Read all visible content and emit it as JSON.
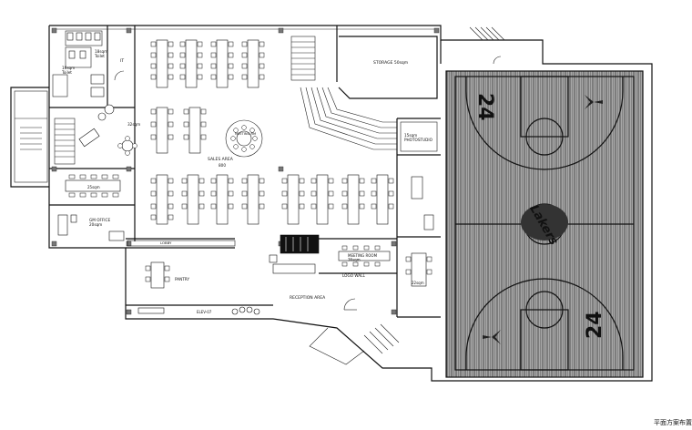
{
  "labels": {
    "toilet_women": "16sqm\nToilet",
    "toilet_men": "18sqm\nToilet",
    "it_room": "IT",
    "lounge": "32sqm",
    "storage": "STORAGE 50sqm",
    "photostudio": "15sqm\nPHOTOSTUDIO",
    "sales_area": "SALES AREA",
    "sales_area_size": "800",
    "meeting_small": "MEETING RM",
    "meeting_room_left": "25sqm",
    "gm_office": "GM OFFICE\n20sqm",
    "pantry": "PANTRY",
    "meeting_room": "MEETING ROOM\n36sqm",
    "logo_wall": "LOGO WALL",
    "reception": "RECEPTION AREA",
    "elevator": "ELEV-07",
    "lobby_upper": "LOBBY",
    "room_right": "22sqm",
    "court_number_top": "24",
    "court_number_bottom": "24",
    "court_logo": "Lakers",
    "drawing_title": "平面方案布置图"
  },
  "colors": {
    "court_fill": "#a8a8a8",
    "court_stripe": "#5e5e5e",
    "line": "#111111"
  }
}
